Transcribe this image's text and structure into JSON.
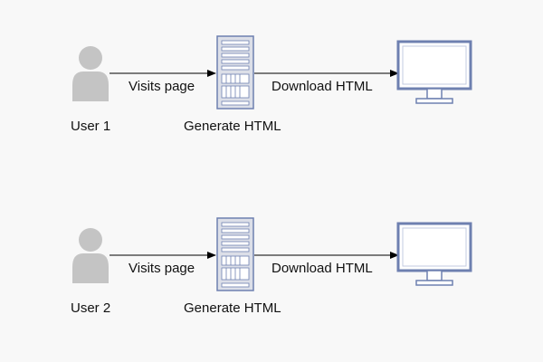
{
  "colors": {
    "background": "#f8f8f8",
    "user_fill": "#c4c4c4",
    "server_fill": "#dcdfe8",
    "server_stroke": "#6e80b0",
    "monitor_fill": "#ffffff",
    "monitor_frame": "#6e80b0",
    "arrow": "#000000"
  },
  "rows": [
    {
      "user_label": "User 1",
      "request_label": "Visits page",
      "server_label": "Generate HTML",
      "response_label": "Download HTML",
      "user_icon": "user-icon",
      "server_icon": "server-rack-icon",
      "client_icon": "monitor-icon"
    },
    {
      "user_label": "User 2",
      "request_label": "Visits page",
      "server_label": "Generate HTML",
      "response_label": "Download HTML",
      "user_icon": "user-icon",
      "server_icon": "server-rack-icon",
      "client_icon": "monitor-icon"
    }
  ]
}
